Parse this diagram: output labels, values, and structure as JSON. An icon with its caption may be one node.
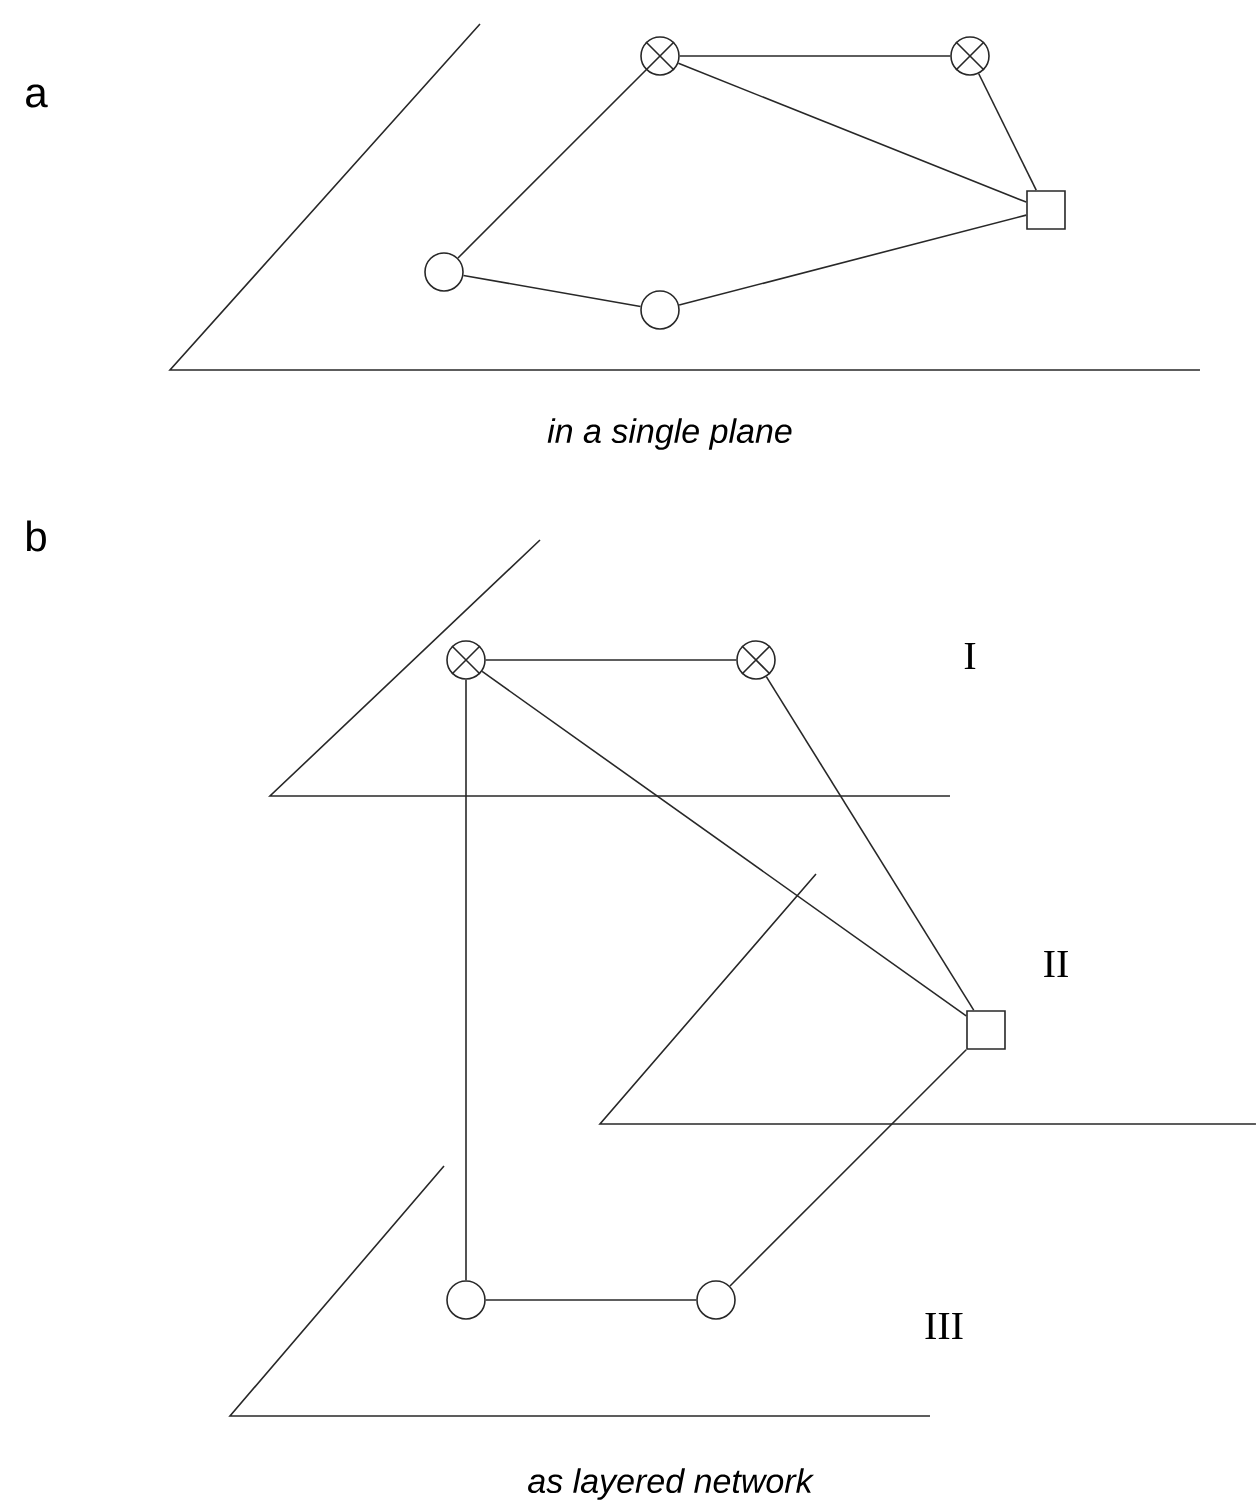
{
  "diagram": {
    "nodes": [
      {
        "text": [],
        "shape": "crossed-circle"
      },
      {
        "text": [],
        "shape": "crossed-circle"
      },
      {
        "text": [],
        "shape": "box"
      },
      {
        "text": [],
        "shape": "circle"
      },
      {
        "text": [],
        "shape": "circle"
      },
      {
        "text": [],
        "shape": "crossed-circle"
      },
      {
        "text": [],
        "shape": "crossed-circle"
      },
      {
        "text": [],
        "shape": "box"
      },
      {
        "text": [],
        "shape": "circle"
      },
      {
        "text": [],
        "shape": "circle"
      }
    ],
    "edges": [
      {
        "from": 0,
        "to": 1,
        "arrow": "none"
      },
      {
        "from": 0,
        "to": 2,
        "arrow": "none"
      },
      {
        "from": 1,
        "to": 2,
        "arrow": "none"
      },
      {
        "from": 0,
        "to": 3,
        "arrow": "none"
      },
      {
        "from": 3,
        "to": 4,
        "arrow": "none"
      },
      {
        "from": 4,
        "to": 2,
        "arrow": "none"
      },
      {
        "from": 5,
        "to": 6,
        "arrow": "none"
      },
      {
        "from": 5,
        "to": 7,
        "arrow": "none"
      },
      {
        "from": 6,
        "to": 7,
        "arrow": "none"
      },
      {
        "from": 5,
        "to": 8,
        "arrow": "none"
      },
      {
        "from": 8,
        "to": 9,
        "arrow": "none"
      },
      {
        "from": 9,
        "to": 7,
        "arrow": "none"
      }
    ],
    "labels": [
      "a",
      "in a single plane",
      "b",
      "I",
      "II",
      "III",
      "as layered network"
    ]
  }
}
